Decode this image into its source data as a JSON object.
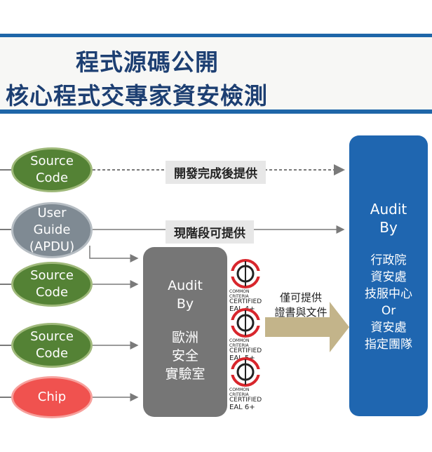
{
  "title": {
    "line1": "程式源碼公開",
    "line2": "核心程式交專家資安檢測"
  },
  "inputs": [
    {
      "id": "source-code-1",
      "line1": "Source",
      "line2": "Code",
      "line3": ""
    },
    {
      "id": "user-guide",
      "line1": "User",
      "line2": "Guide",
      "line3": "(APDU)"
    },
    {
      "id": "source-code-2",
      "line1": "Source",
      "line2": "Code",
      "line3": ""
    },
    {
      "id": "source-code-3",
      "line1": "Source",
      "line2": "Code",
      "line3": ""
    },
    {
      "id": "chip",
      "line1": "Chip",
      "line2": "",
      "line3": ""
    }
  ],
  "arrows": {
    "top_label": "開發完成後提供",
    "middle_label": "現階段可提供",
    "right_label_line1": "僅可提供",
    "right_label_line2": "證書與文件"
  },
  "lab_box": {
    "line1": "Audit",
    "line2": "By",
    "line3": "歐洲",
    "line4": "安全",
    "line5": "實驗室"
  },
  "gov_box": {
    "line1": "Audit",
    "line2": "By",
    "line3": "行政院",
    "line4": "資安處",
    "line5": "技服中心",
    "line6": "Or",
    "line7": "資安處",
    "line8": "指定團隊"
  },
  "certificates": [
    {
      "small": "COMMON CRITERIA",
      "certified": "CERTIFIED",
      "level": "EAL 4+"
    },
    {
      "small": "COMMON CRITERIA",
      "certified": "CERTIFIED",
      "level": "EAL 5+"
    },
    {
      "small": "COMMON CRITERIA",
      "certified": "CERTIFIED",
      "level": "EAL 6+"
    }
  ],
  "colors": {
    "accent_blue": "#1f66a8",
    "title_text": "#1d3f72",
    "green": "#548235",
    "gray": "#7f8a93",
    "red": "#f0524f",
    "arrow_tan": "#c3b48a"
  }
}
